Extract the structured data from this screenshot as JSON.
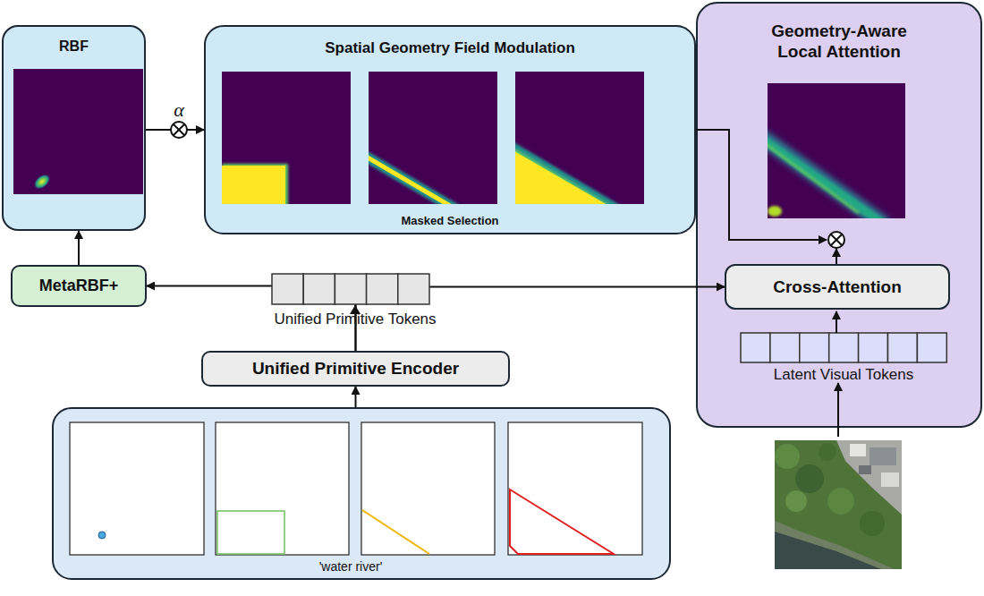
{
  "diagram": {
    "nodes": [
      {
        "text": [
          "RBF"
        ]
      },
      {
        "text": [
          "Spatial Geometry Field Modulation",
          "Masked Selection"
        ]
      },
      {
        "text": [
          "Geometry-Aware Local Attention"
        ]
      },
      {
        "text": [
          "MetaRBF+"
        ]
      },
      {
        "text": [
          "Cross-Attention"
        ],
        "in": 2
      },
      {
        "text": [
          "Unified Primitive Encoder"
        ]
      },
      {
        "text": [
          "'water river'"
        ]
      }
    ],
    "edges": [
      {
        "from": 6,
        "to": 5,
        "arrow": "to"
      },
      {
        "from": 5,
        "to": 3,
        "arrow": "to"
      },
      {
        "from": 5,
        "to": 4,
        "arrow": "to"
      },
      {
        "from": 3,
        "to": 0,
        "arrow": "to"
      },
      {
        "from": 0,
        "to": 1,
        "label": "α",
        "arrow": "to"
      },
      {
        "from": 1,
        "to": 2,
        "arrow": "to"
      }
    ],
    "labels": [
      "Unified Primitive Tokens",
      "Latent Visual Tokens"
    ]
  }
}
